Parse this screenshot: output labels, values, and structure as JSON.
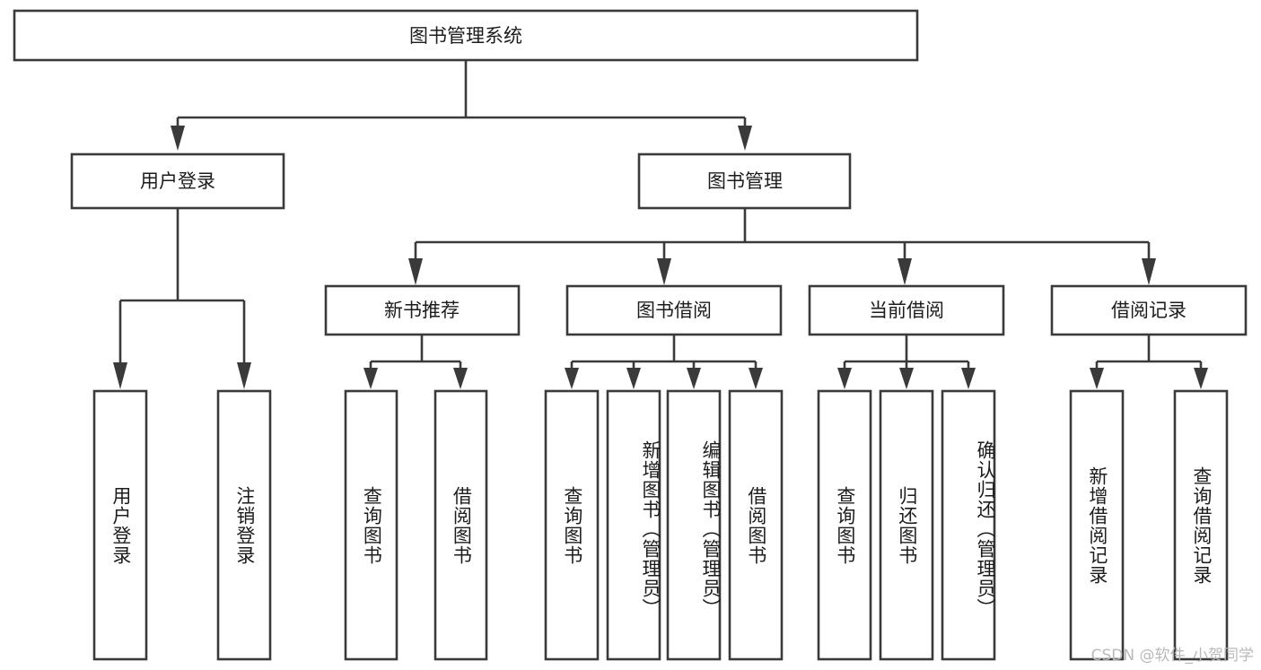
{
  "diagram": {
    "type": "tree",
    "title": "图书管理系统",
    "watermark": "CSDN @软件_小贺同学",
    "root": {
      "id": "root",
      "label": "图书管理系统",
      "orientation": "horizontal"
    },
    "level2": [
      {
        "id": "user-login",
        "label": "用户登录",
        "orientation": "horizontal"
      },
      {
        "id": "book-management",
        "label": "图书管理",
        "orientation": "horizontal"
      }
    ],
    "level3": [
      {
        "id": "new-book-recommend",
        "label": "新书推荐",
        "parent": "book-management",
        "orientation": "horizontal"
      },
      {
        "id": "book-borrow",
        "label": "图书借阅",
        "parent": "book-management",
        "orientation": "horizontal"
      },
      {
        "id": "current-borrow",
        "label": "当前借阅",
        "parent": "book-management",
        "orientation": "horizontal"
      },
      {
        "id": "borrow-record",
        "label": "借阅记录",
        "parent": "book-management",
        "orientation": "horizontal"
      }
    ],
    "leaves": [
      {
        "id": "leaf-user-login",
        "label": "用户登录",
        "parent": "user-login",
        "orientation": "vertical"
      },
      {
        "id": "leaf-logout-login",
        "label": "注销登录",
        "parent": "user-login",
        "orientation": "vertical"
      },
      {
        "id": "leaf-query-book-1",
        "label": "查询图书",
        "parent": "new-book-recommend",
        "orientation": "vertical"
      },
      {
        "id": "leaf-borrow-book-1",
        "label": "借阅图书",
        "parent": "new-book-recommend",
        "orientation": "vertical"
      },
      {
        "id": "leaf-query-book-2",
        "label": "查询图书",
        "parent": "book-borrow",
        "orientation": "vertical"
      },
      {
        "id": "leaf-add-book",
        "label": "新增图书（管理员）",
        "parent": "book-borrow",
        "orientation": "vertical"
      },
      {
        "id": "leaf-edit-book",
        "label": "编辑图书（管理员）",
        "parent": "book-borrow",
        "orientation": "vertical"
      },
      {
        "id": "leaf-borrow-book-2",
        "label": "借阅图书",
        "parent": "book-borrow",
        "orientation": "vertical"
      },
      {
        "id": "leaf-query-book-3",
        "label": "查询图书",
        "parent": "current-borrow",
        "orientation": "vertical"
      },
      {
        "id": "leaf-return-book",
        "label": "归还图书",
        "parent": "current-borrow",
        "orientation": "vertical"
      },
      {
        "id": "leaf-confirm-return",
        "label": "确认归还（管理员）",
        "parent": "current-borrow",
        "orientation": "vertical"
      },
      {
        "id": "leaf-add-record",
        "label": "新增借阅记录",
        "parent": "borrow-record",
        "orientation": "vertical"
      },
      {
        "id": "leaf-query-record",
        "label": "查询借阅记录",
        "parent": "borrow-record",
        "orientation": "vertical"
      }
    ],
    "colors": {
      "stroke": "#3a3a3a",
      "fill": "#ffffff",
      "text": "#1c1c1c",
      "watermark": "#b9b9b9"
    }
  }
}
